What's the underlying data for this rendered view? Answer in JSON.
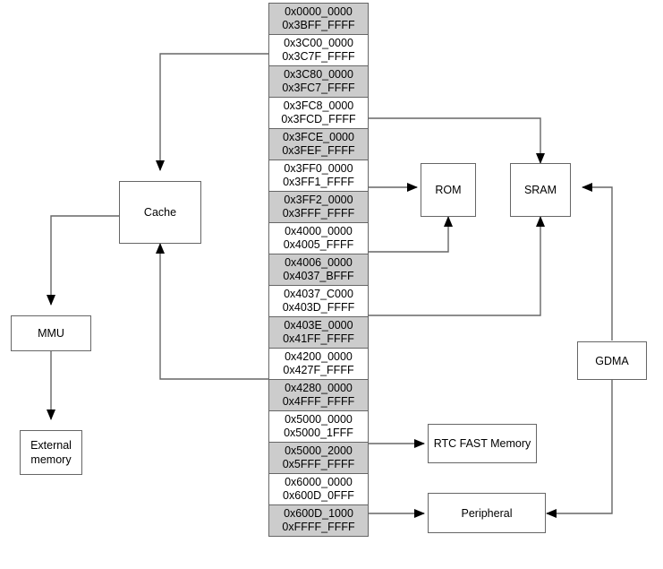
{
  "diagram": {
    "title": "ESP32 memory address mapping diagram",
    "colors": {
      "shaded_block_fill": "#cccccc",
      "plain_block_fill": "#ffffff",
      "border": "#666666",
      "edge": "#666666",
      "arrowhead": "#000000",
      "text": "#000000",
      "background": "#ffffff"
    }
  },
  "memory_column": {
    "blocks": [
      {
        "start": "0x0000_0000",
        "end": "0x3BFF_FFFF",
        "shaded": true
      },
      {
        "start": "0x3C00_0000",
        "end": "0x3C7F_FFFF",
        "shaded": false
      },
      {
        "start": "0x3C80_0000",
        "end": "0x3FC7_FFFF",
        "shaded": true
      },
      {
        "start": "0x3FC8_0000",
        "end": "0x3FCD_FFFF",
        "shaded": false
      },
      {
        "start": "0x3FCE_0000",
        "end": "0x3FEF_FFFF",
        "shaded": true
      },
      {
        "start": "0x3FF0_0000",
        "end": "0x3FF1_FFFF",
        "shaded": false
      },
      {
        "start": "0x3FF2_0000",
        "end": "0x3FFF_FFFF",
        "shaded": true
      },
      {
        "start": "0x4000_0000",
        "end": "0x4005_FFFF",
        "shaded": false
      },
      {
        "start": "0x4006_0000",
        "end": "0x4037_BFFF",
        "shaded": true
      },
      {
        "start": "0x4037_C000",
        "end": "0x403D_FFFF",
        "shaded": false
      },
      {
        "start": "0x403E_0000",
        "end": "0x41FF_FFFF",
        "shaded": true
      },
      {
        "start": "0x4200_0000",
        "end": "0x427F_FFFF",
        "shaded": false
      },
      {
        "start": "0x4280_0000",
        "end": "0x4FFF_FFFF",
        "shaded": true
      },
      {
        "start": "0x5000_0000",
        "end": "0x5000_1FFF",
        "shaded": false
      },
      {
        "start": "0x5000_2000",
        "end": "0x5FFF_FFFF",
        "shaded": true
      },
      {
        "start": "0x6000_0000",
        "end": "0x600D_0FFF",
        "shaded": false
      },
      {
        "start": "0x600D_1000",
        "end": "0xFFFF_FFFF",
        "shaded": true
      }
    ]
  },
  "nodes": {
    "cache": "Cache",
    "mmu": "MMU",
    "external_memory_line1": "External",
    "external_memory_line2": "memory",
    "rom": "ROM",
    "sram": "SRAM",
    "gdma": "GDMA",
    "rtc_fast_memory": "RTC FAST Memory",
    "peripheral": "Peripheral"
  }
}
